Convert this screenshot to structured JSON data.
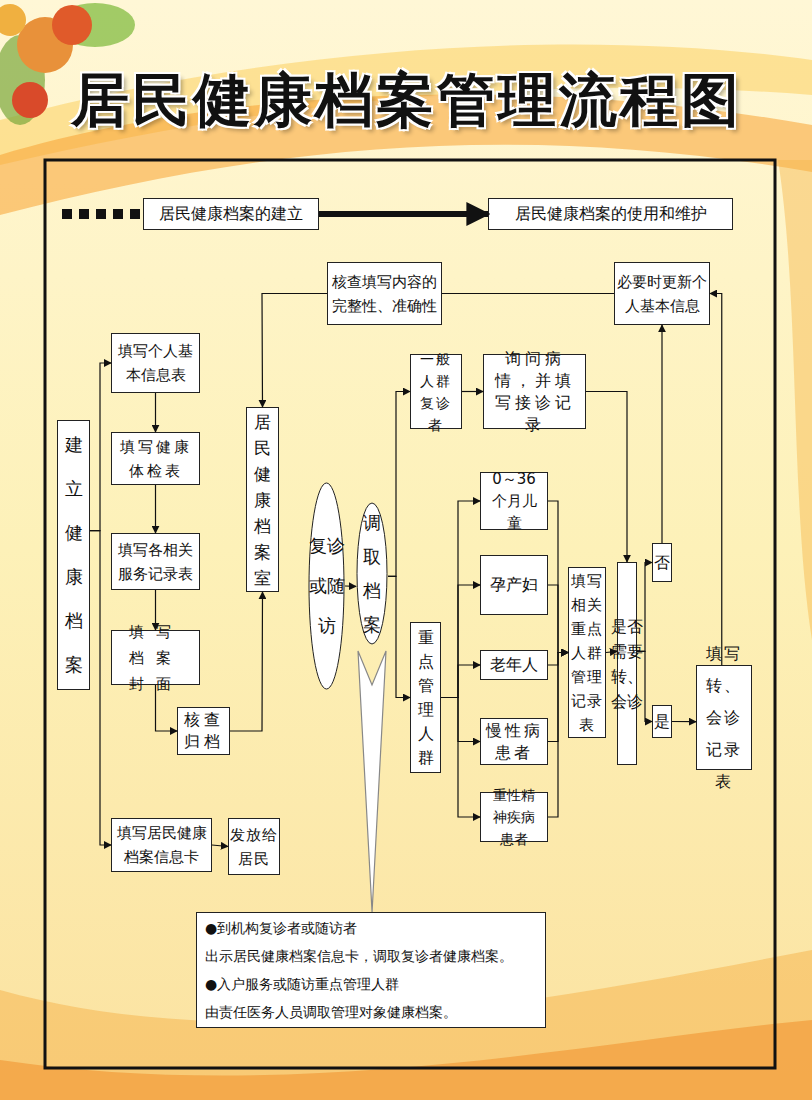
{
  "diagram": {
    "title": "居民健康档案管理流程图",
    "nodes": [
      {
        "text": [
          "居民健康档案的建立"
        ]
      },
      {
        "text": [
          "居民健康档案的使用和维护"
        ]
      },
      {
        "text": [
          "核查填写内容的完整性、准确性"
        ]
      },
      {
        "text": [
          "必要时更新个人基本信息"
        ]
      },
      {
        "text": [
          "建立健康档案"
        ]
      },
      {
        "text": [
          "填写个人基本信息表"
        ]
      },
      {
        "text": [
          "填写健康体检表"
        ]
      },
      {
        "text": [
          "填写各相关服务记录表"
        ]
      },
      {
        "text": [
          "填写档案封面"
        ]
      },
      {
        "text": [
          "核查归档"
        ]
      },
      {
        "text": [
          "填写居民健康档案信息卡"
        ]
      },
      {
        "text": [
          "发放给居民"
        ]
      },
      {
        "text": [
          "居民健康档案室"
        ]
      },
      {
        "text": [
          "复诊或随访"
        ]
      },
      {
        "text": [
          "调取档案"
        ]
      },
      {
        "text": [
          "一般人群复诊者"
        ]
      },
      {
        "text": [
          "询问病情，并填写接诊记录"
        ]
      },
      {
        "text": [
          "重点管理人群"
        ]
      },
      {
        "text": [
          "0～36个月儿童"
        ]
      },
      {
        "text": [
          "孕产妇"
        ]
      },
      {
        "text": [
          "老年人"
        ]
      },
      {
        "text": [
          "慢性病患者"
        ]
      },
      {
        "text": [
          "重性精神疾病患者"
        ]
      },
      {
        "text": [
          "填写相关重点人群管理记录表"
        ]
      },
      {
        "text": [
          "是否需要转、会诊"
        ]
      },
      {
        "text": [
          "否"
        ]
      },
      {
        "text": [
          "是"
        ]
      },
      {
        "text": [
          "填写转、会诊记录表"
        ]
      },
      {
        "text": [
          "●到机构复诊者或随访者",
          "出示居民健康档案信息卡，调取复诊者健康档案。",
          "●入户服务或随访重点管理人群",
          "由责任医务人员调取管理对象健康档案。"
        ]
      }
    ],
    "edges": [
      {
        "from": 0,
        "to": 1,
        "arrow": "to"
      },
      {
        "from": 4,
        "to": 5,
        "arrow": "to"
      },
      {
        "from": 4,
        "to": 10,
        "arrow": "to"
      },
      {
        "from": 5,
        "to": 6,
        "arrow": "to"
      },
      {
        "from": 6,
        "to": 7,
        "arrow": "to"
      },
      {
        "from": 7,
        "to": 8,
        "arrow": "to"
      },
      {
        "from": 8,
        "to": 9,
        "arrow": "to"
      },
      {
        "from": 9,
        "to": 12,
        "arrow": "to"
      },
      {
        "from": 2,
        "to": 12,
        "arrow": "to"
      },
      {
        "from": 10,
        "to": 11,
        "arrow": "to"
      },
      {
        "from": 13,
        "to": 14,
        "arrow": "to"
      },
      {
        "from": 14,
        "to": 15,
        "arrow": "to"
      },
      {
        "from": 14,
        "to": 17,
        "arrow": "to"
      },
      {
        "from": 15,
        "to": 16,
        "arrow": "to"
      },
      {
        "from": 16,
        "to": 24,
        "arrow": "to"
      },
      {
        "from": 17,
        "to": 18,
        "arrow": "to"
      },
      {
        "from": 17,
        "to": 19,
        "arrow": "to"
      },
      {
        "from": 17,
        "to": 20,
        "arrow": "to"
      },
      {
        "from": 17,
        "to": 21,
        "arrow": "to"
      },
      {
        "from": 17,
        "to": 22,
        "arrow": "to"
      },
      {
        "from": 18,
        "to": 23,
        "arrow": "to"
      },
      {
        "from": 19,
        "to": 23,
        "arrow": "to"
      },
      {
        "from": 20,
        "to": 23,
        "arrow": "to"
      },
      {
        "from": 21,
        "to": 23,
        "arrow": "to"
      },
      {
        "from": 22,
        "to": 23,
        "arrow": "to"
      },
      {
        "from": 23,
        "to": 24,
        "arrow": "to"
      },
      {
        "from": 24,
        "to": 25,
        "arrow": "to"
      },
      {
        "from": 24,
        "to": 26,
        "arrow": "to"
      },
      {
        "from": 25,
        "to": 3,
        "arrow": "to"
      },
      {
        "from": 26,
        "to": 27,
        "arrow": "to"
      },
      {
        "from": 27,
        "to": 3,
        "arrow": "to"
      },
      {
        "from": 3,
        "to": 2,
        "arrow": "none"
      },
      {
        "from": 14,
        "to": 28,
        "arrow": "to"
      }
    ]
  }
}
